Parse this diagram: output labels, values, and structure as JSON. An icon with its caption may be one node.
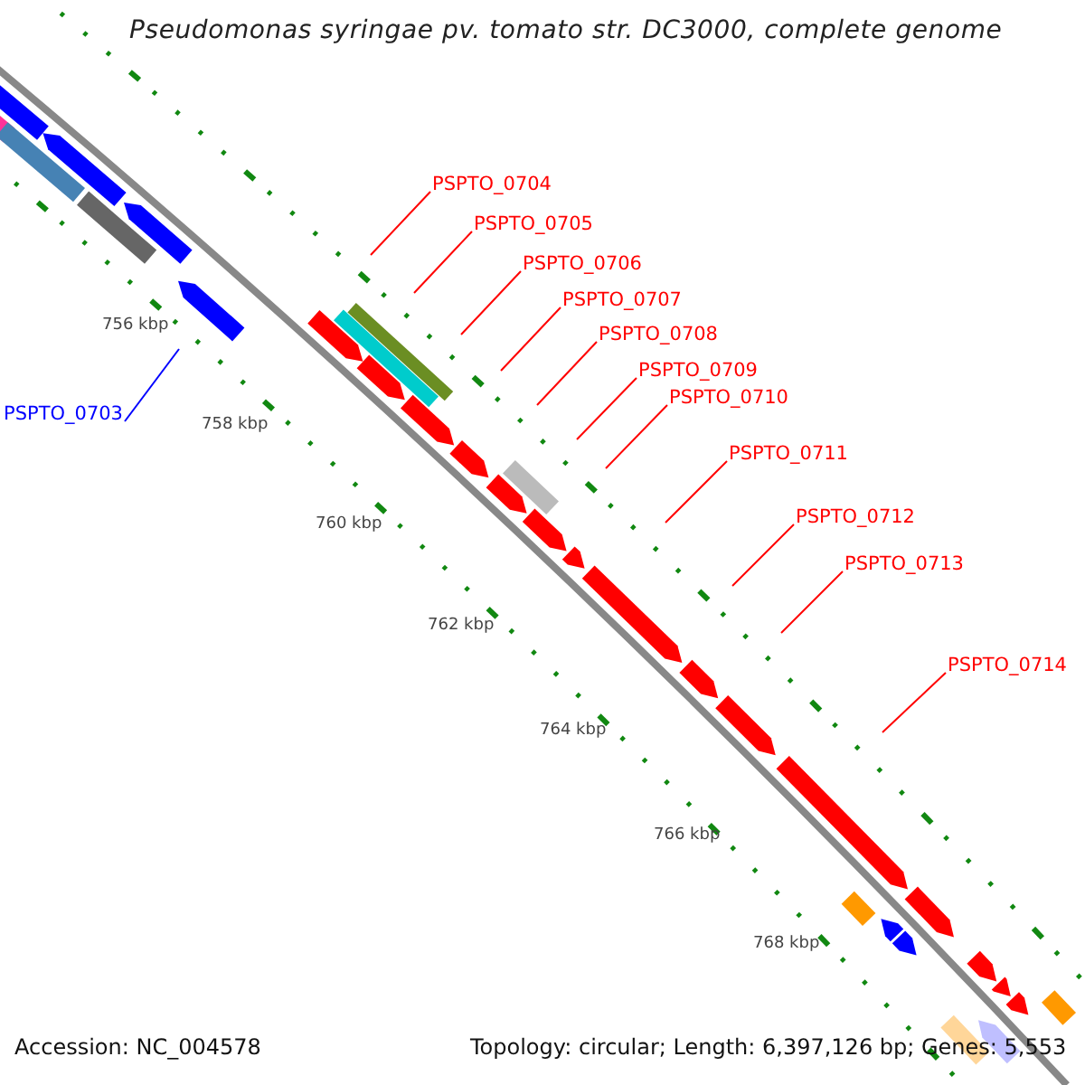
{
  "diagram": {
    "title": "Pseudomonas syringae pv. tomato str. DC3000, complete genome",
    "nodes": [
      {
        "text": [
          "PSPTO_0703"
        ]
      },
      {
        "text": [
          "PSPTO_0704"
        ]
      },
      {
        "text": [
          "PSPTO_0705"
        ]
      },
      {
        "text": [
          "PSPTO_0706"
        ]
      },
      {
        "text": [
          "PSPTO_0707"
        ]
      },
      {
        "text": [
          "PSPTO_0708"
        ]
      },
      {
        "text": [
          "PSPTO_0709"
        ]
      },
      {
        "text": [
          "PSPTO_0710"
        ]
      },
      {
        "text": [
          "PSPTO_0711"
        ]
      },
      {
        "text": [
          "PSPTO_0712"
        ]
      },
      {
        "text": [
          "PSPTO_0713"
        ]
      },
      {
        "text": [
          "PSPTO_0714"
        ]
      }
    ],
    "edges": [
      {
        "from": 0,
        "to": null,
        "arrow": "none",
        "color": "#0000ff"
      },
      {
        "from": 1,
        "to": null,
        "arrow": "none"
      },
      {
        "from": 2,
        "to": null,
        "arrow": "none"
      },
      {
        "from": 3,
        "to": null,
        "arrow": "none"
      },
      {
        "from": 4,
        "to": null,
        "arrow": "none"
      },
      {
        "from": 5,
        "to": null,
        "arrow": "none"
      },
      {
        "from": 6,
        "to": null,
        "arrow": "none"
      },
      {
        "from": 7,
        "to": null,
        "arrow": "none"
      },
      {
        "from": 8,
        "to": null,
        "arrow": "none"
      },
      {
        "from": 9,
        "to": null,
        "arrow": "none"
      },
      {
        "from": 10,
        "to": null,
        "arrow": "none"
      },
      {
        "from": 11,
        "to": null,
        "arrow": "none"
      }
    ],
    "labels": [
      "756 kbp",
      "758 kbp",
      "760 kbp",
      "762 kbp",
      "764 kbp",
      "766 kbp",
      "768 kbp",
      "Accession: NC_004578",
      "Topology: circular; Length: 6,397,126 bp; Genes: 5,553"
    ]
  }
}
